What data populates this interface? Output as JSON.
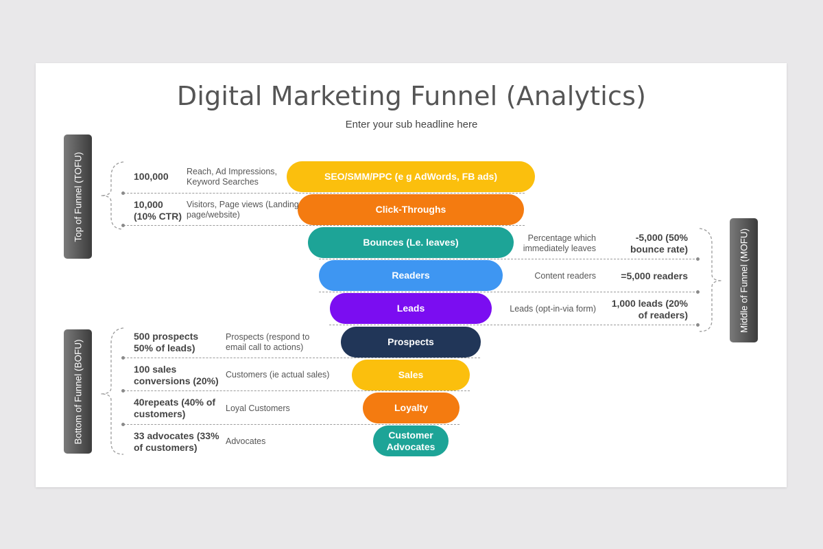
{
  "title": "Digital Marketing Funnel (Analytics)",
  "subtitle": "Enter your sub headline here",
  "side_labels": {
    "tofu": "Top of Funnel (TOFU)",
    "mofu": "Middle of Funnel (MOFU)",
    "bofu": "Bottom of Funnel (BOFU)"
  },
  "funnel": [
    {
      "label": "SEO/SMM/PPC (e g AdWords, FB ads)",
      "color": "#FBBF0D"
    },
    {
      "label": "Click-Throughs",
      "color": "#F47B10"
    },
    {
      "label": "Bounces (Le. leaves)",
      "color": "#1DA497"
    },
    {
      "label": "Readers",
      "color": "#3E96F2"
    },
    {
      "label": "Leads",
      "color": "#7B0DF1"
    },
    {
      "label": "Prospects",
      "color": "#213658"
    },
    {
      "label": "Sales",
      "color": "#FBBF0D"
    },
    {
      "label": "Loyalty",
      "color": "#F47B10"
    },
    {
      "label": "Customer Advocates",
      "color": "#1DA497"
    }
  ],
  "tofu_rows": [
    {
      "value": "100,000",
      "desc": "Reach, Ad Impressions, Keyword Searches"
    },
    {
      "value": "10,000 (10% CTR)",
      "desc": "Visitors, Page views (Landing page/website)"
    }
  ],
  "mofu_rows": [
    {
      "desc": "Percentage which immediately leaves",
      "value": "-5,000 (50% bounce rate)"
    },
    {
      "desc": "Content readers",
      "value": "=5,000 readers"
    },
    {
      "desc": "Leads (opt-in-via form)",
      "value": "1,000 leads (20% of readers)"
    }
  ],
  "bofu_rows": [
    {
      "value": "500 prospects 50% of leads)",
      "desc": "Prospects (respond to email call to actions)"
    },
    {
      "value": "100 sales conversions (20%)",
      "desc": "Customers (ie actual sales)"
    },
    {
      "value": "40repeats (40% of customers)",
      "desc": "Loyal Customers"
    },
    {
      "value": "33 advocates (33% of customers)",
      "desc": "Advocates"
    }
  ]
}
